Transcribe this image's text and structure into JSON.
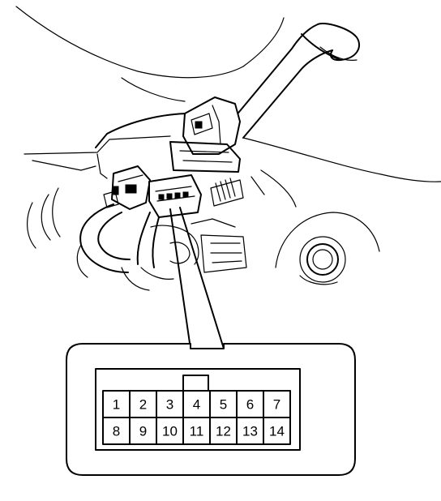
{
  "connector": {
    "top_row": [
      "1",
      "2",
      "3",
      "4",
      "5",
      "6",
      "7"
    ],
    "bottom_row": [
      "8",
      "9",
      "10",
      "11",
      "12",
      "13",
      "14"
    ]
  }
}
